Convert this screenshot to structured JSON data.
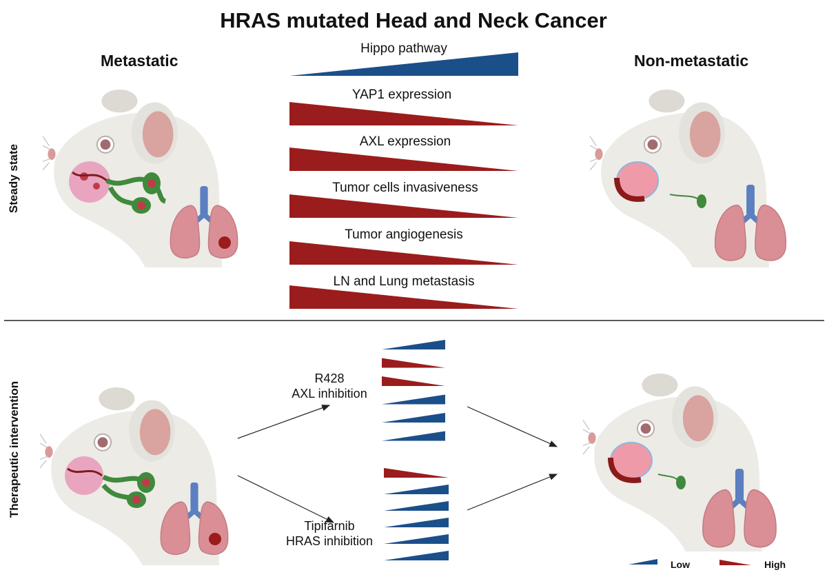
{
  "title": "HRAS mutated Head and Neck Cancer",
  "columns": {
    "left": "Metastatic",
    "right": "Non-metastatic"
  },
  "row_labels": {
    "top": "Steady state",
    "bottom": "Therapeutic intervention"
  },
  "markers": [
    {
      "label": "Hippo pathway",
      "trend": "increasing",
      "color": "#1b4f8a"
    },
    {
      "label": "YAP1 expression",
      "trend": "decreasing",
      "color": "#9b1c1c"
    },
    {
      "label": "AXL expression",
      "trend": "decreasing",
      "color": "#9b1c1c"
    },
    {
      "label": "Tumor cells invasiveness",
      "trend": "decreasing",
      "color": "#9b1c1c"
    },
    {
      "label": "Tumor angiogenesis",
      "trend": "decreasing",
      "color": "#9b1c1c"
    },
    {
      "label": "LN and Lung metastasis",
      "trend": "decreasing",
      "color": "#9b1c1c"
    }
  ],
  "interventions": [
    {
      "name": "R428",
      "action": "AXL inhibition",
      "icons": [
        "low",
        "high",
        "high",
        "low",
        "low",
        "low"
      ]
    },
    {
      "name": "Tipifarnib",
      "action": "HRAS inhibition",
      "icons": [
        "high",
        "low",
        "low",
        "low",
        "low",
        "low"
      ]
    }
  ],
  "legend": {
    "low": "Low",
    "high": "High"
  },
  "colors": {
    "low": "#1b4f8a",
    "high": "#9b1c1c",
    "skin": "#ecebe6",
    "ear": "#d9a3a0",
    "lung": "#d98f95",
    "trachea": "#5b7fc0",
    "node": "#3f8a3c",
    "tumor": "#c23a4a"
  },
  "icons": [
    "mouse-head-icon",
    "tumor-icon",
    "lung-icon",
    "lymph-node-icon",
    "arrow-icon",
    "wedge-icon"
  ]
}
